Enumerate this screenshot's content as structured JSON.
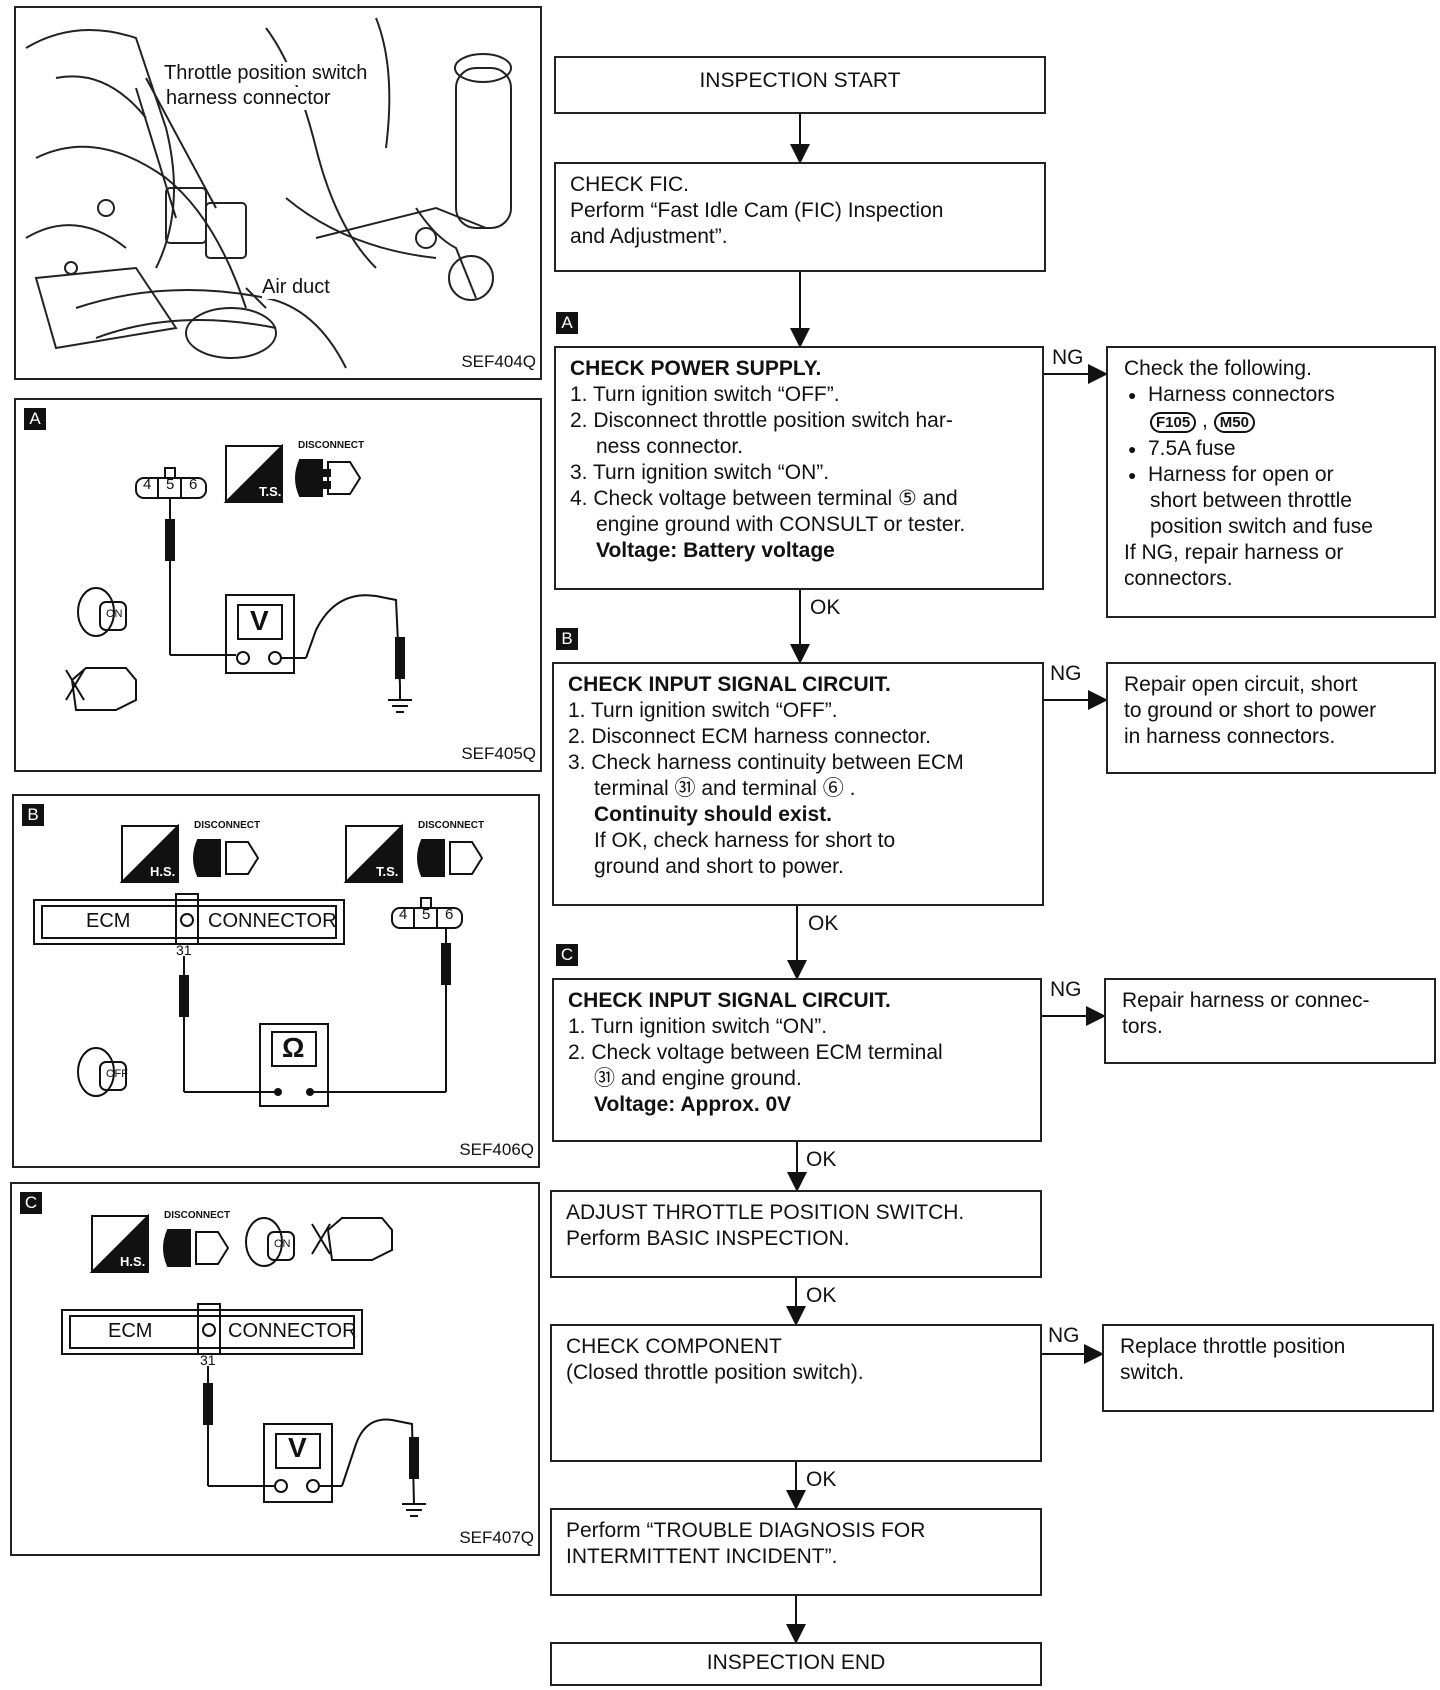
{
  "panels": {
    "top": {
      "ref": "SEF404Q",
      "labels": {
        "tps_line1": "Throttle position switch",
        "tps_line2": "harness connector",
        "air_duct": "Air duct"
      }
    },
    "a": {
      "tag": "A",
      "ref": "SEF405Q",
      "disconnect": "DISCONNECT",
      "ts": "T.S.",
      "meter": "V",
      "on": "ON",
      "pins": [
        "4",
        "5",
        "6"
      ]
    },
    "b": {
      "tag": "B",
      "ref": "SEF406Q",
      "disconnect": "DISCONNECT",
      "hs": "H.S.",
      "ts": "T.S.",
      "ecm": "ECM",
      "connector": "CONNECTOR",
      "pin": "31",
      "meter": "Ω",
      "off": "OFF",
      "pins": [
        "4",
        "5",
        "6"
      ]
    },
    "c": {
      "tag": "C",
      "ref": "SEF407Q",
      "disconnect": "DISCONNECT",
      "hs": "H.S.",
      "ecm": "ECM",
      "connector": "CONNECTOR",
      "pin": "31",
      "meter": "V",
      "on": "ON"
    }
  },
  "flow": {
    "start": "INSPECTION START",
    "fic": {
      "title": "CHECK FIC.",
      "body": [
        "Perform “Fast Idle Cam (FIC) Inspection",
        "and Adjustment”."
      ]
    },
    "tag_a": "A",
    "power": {
      "title": "CHECK POWER SUPPLY.",
      "steps": [
        "1. Turn ignition switch “OFF”.",
        "2. Disconnect throttle position switch har-",
        "ness connector.",
        "3. Turn ignition switch “ON”.",
        "4. Check voltage between terminal ⑤  and",
        "engine ground with CONSULT or tester."
      ],
      "result": "Voltage: Battery voltage"
    },
    "ng1": "NG",
    "check_following": {
      "title": "Check the following.",
      "b1": "Harness connectors",
      "conn1": "F105",
      "comma": ",",
      "conn2": "M50",
      "b2": "7.5A fuse",
      "b3": "Harness for open or",
      "b3a": "short between throttle",
      "b3b": "position switch and fuse",
      "tail1": "If NG, repair harness or",
      "tail2": "connectors."
    },
    "ok1": "OK",
    "tag_b": "B",
    "input1": {
      "title": "CHECK INPUT SIGNAL CIRCUIT.",
      "steps": [
        "1. Turn ignition switch “OFF”.",
        "2. Disconnect ECM harness connector.",
        "3. Check harness continuity between ECM",
        "terminal ㉛  and terminal ⑥ ."
      ],
      "result": "Continuity should exist.",
      "note1": "If OK, check harness for short to",
      "note2": "ground and short to power."
    },
    "ng2": "NG",
    "repair1": [
      "Repair open circuit, short",
      "to ground or short to power",
      "in harness connectors."
    ],
    "ok2": "OK",
    "tag_c": "C",
    "input2": {
      "title": "CHECK INPUT SIGNAL CIRCUIT.",
      "steps": [
        "1. Turn ignition switch “ON”.",
        "2. Check voltage between ECM terminal",
        "㉛  and engine ground."
      ],
      "result": "Voltage: Approx. 0V"
    },
    "ng3": "NG",
    "repair2": [
      "Repair harness or connec-",
      "tors."
    ],
    "ok3": "OK",
    "adjust": [
      "ADJUST THROTTLE POSITION SWITCH.",
      "Perform BASIC INSPECTION."
    ],
    "ok4": "OK",
    "component": [
      "CHECK COMPONENT",
      "(Closed throttle position switch)."
    ],
    "ng4": "NG",
    "replace": [
      "Replace throttle position",
      "switch."
    ],
    "ok5": "OK",
    "trouble": [
      "Perform “TROUBLE DIAGNOSIS FOR",
      "INTERMITTENT INCIDENT”."
    ],
    "end": "INSPECTION END"
  }
}
